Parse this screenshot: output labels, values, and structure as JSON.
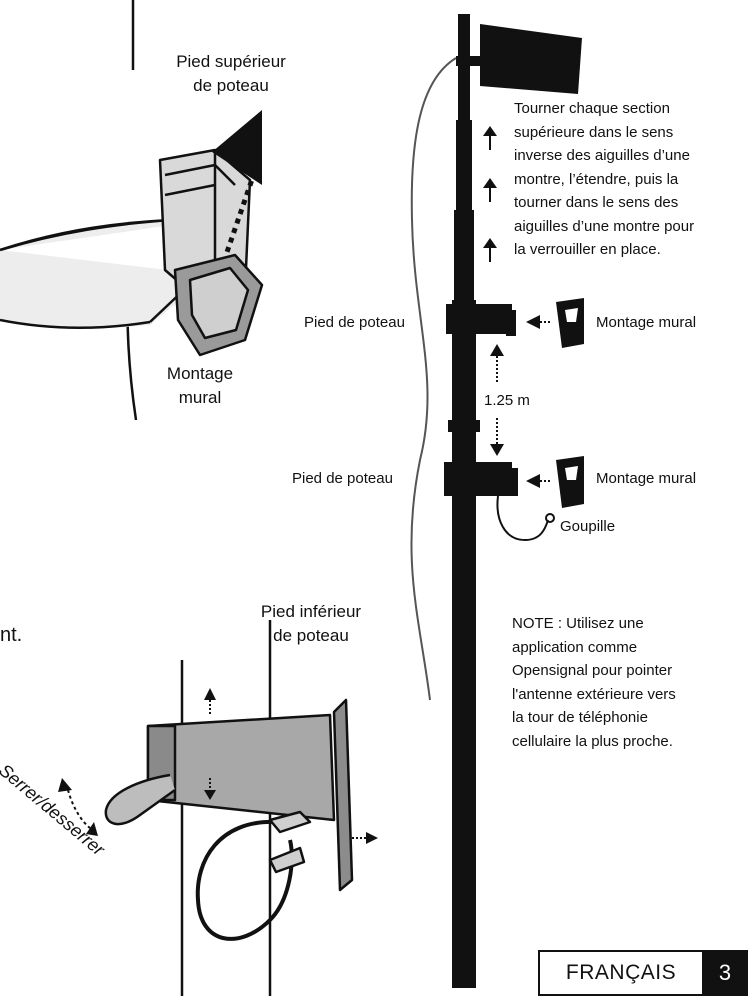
{
  "labels": {
    "top_left_callout": "Pied supérieur\nde poteau",
    "wall_mount_detail": "Montage\nmural",
    "pole_foot_1": "Pied de poteau",
    "pole_foot_2": "Pied de poteau",
    "wall_mount_1": "Montage mural",
    "wall_mount_2": "Montage mural",
    "spacing": "1.25 m",
    "pin": "Goupille",
    "bottom_callout": "Pied inférieur\nde poteau",
    "tighten": "Serrer/desserrer",
    "cut_text": "nt."
  },
  "instructions": "Tourner chaque section\nsupérieure dans le sens\ninverse des aiguilles d’une\nmontre, l’étendre, puis la\ntourner dans le sens des\naiguilles d’une montre pour\nla verrouiller en place.",
  "note": "NOTE : Utilisez une\napplication comme\nOpensignal pour pointer\nl'antenne extérieure vers\nla tour de téléphonie\ncellulaire la plus proche.",
  "footer": {
    "language": "FRANÇAIS",
    "page_number": "3"
  }
}
